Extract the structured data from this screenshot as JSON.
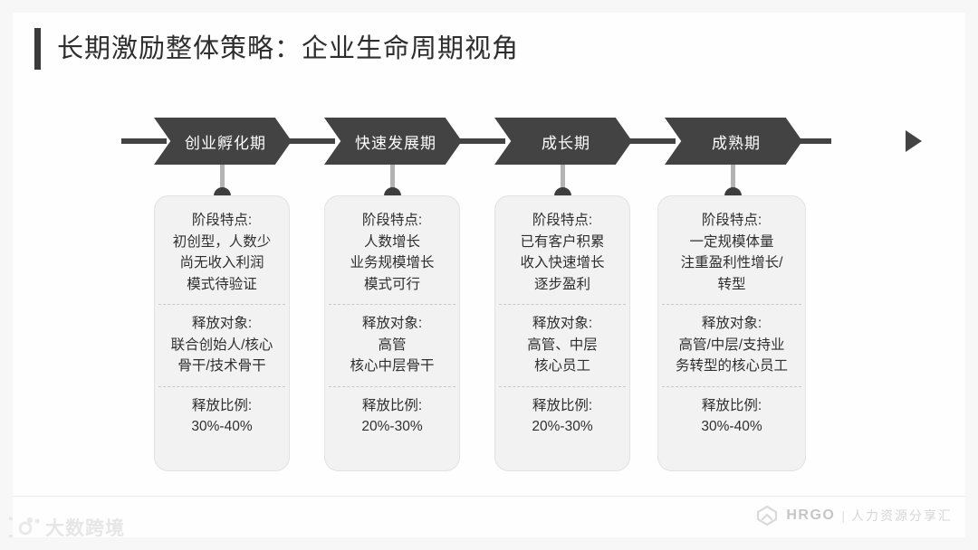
{
  "slide": {
    "title": "长期激励整体策略：企业生命周期视角",
    "accent_color": "#434343",
    "card_bg": "#f2f2f2",
    "background": "#fdfdfd"
  },
  "timeline": {
    "arrow_icon": "arrow-right-icon",
    "stages": [
      {
        "label": "创业孵化期"
      },
      {
        "label": "快速发展期"
      },
      {
        "label": "成长期"
      },
      {
        "label": "成熟期"
      }
    ]
  },
  "cards": [
    {
      "stage": "创业孵化期",
      "sections": [
        {
          "heading": "阶段特点:",
          "lines": [
            "初创型，人数少",
            "尚无收入利润",
            "模式待验证"
          ]
        },
        {
          "heading": "释放对象:",
          "lines": [
            "联合创始人/核心",
            "骨干/技术骨干"
          ]
        },
        {
          "heading": "释放比例:",
          "lines": [
            "30%-40%"
          ]
        }
      ]
    },
    {
      "stage": "快速发展期",
      "sections": [
        {
          "heading": "阶段特点:",
          "lines": [
            "人数增长",
            "业务规模增长",
            "模式可行"
          ]
        },
        {
          "heading": "释放对象:",
          "lines": [
            "高管",
            "核心中层骨干"
          ]
        },
        {
          "heading": "释放比例:",
          "lines": [
            "20%-30%"
          ]
        }
      ]
    },
    {
      "stage": "成长期",
      "sections": [
        {
          "heading": "阶段特点:",
          "lines": [
            "已有客户积累",
            "收入快速增长",
            "逐步盈利"
          ]
        },
        {
          "heading": "释放对象:",
          "lines": [
            "高管、中层",
            "核心员工"
          ]
        },
        {
          "heading": "释放比例:",
          "lines": [
            "20%-30%"
          ]
        }
      ]
    },
    {
      "stage": "成熟期",
      "sections": [
        {
          "heading": "阶段特点:",
          "lines": [
            "一定规模体量",
            "注重盈利性增长/",
            "转型"
          ]
        },
        {
          "heading": "释放对象:",
          "lines": [
            "高管/中层/支持业",
            "务转型的核心员工"
          ]
        },
        {
          "heading": "释放比例:",
          "lines": [
            "30%-40%"
          ]
        }
      ]
    }
  ],
  "footer": {
    "brand_name": "HRGO",
    "divider": "|",
    "tagline": "人力资源分享汇",
    "brand_icon": "shield-logo-icon"
  },
  "watermark": {
    "text": "大数跨境",
    "icon": "circle-logo-icon"
  }
}
